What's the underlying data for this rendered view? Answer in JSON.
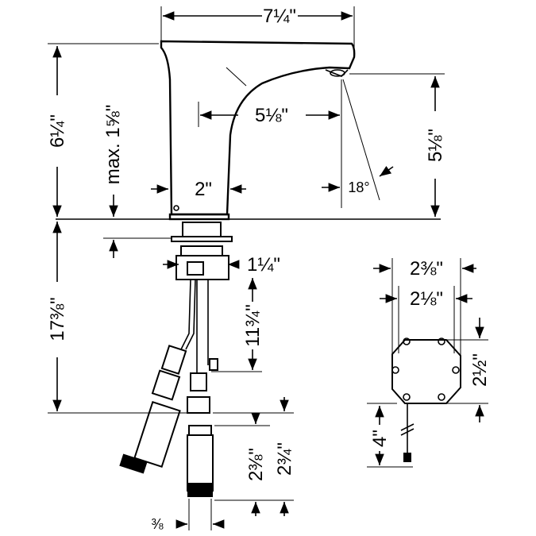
{
  "dimensions": {
    "spout_width": "7¼\"",
    "faucet_height": "6¼\"",
    "max_deck": "max. 1⅝\"",
    "reach": "5⅛\"",
    "spout_height": "5⅛\"",
    "base_diameter": "2\"",
    "spray_angle": "18°",
    "thread_diameter": "1¼\"",
    "shank_total": "17⅜\"",
    "hose_length": "11¾\"",
    "box_outer_width": "2⅜\"",
    "box_inner_width": "2⅛\"",
    "box_height": "2½\"",
    "cable_length": "4\"",
    "valve_length": "2⅜\"",
    "valve_overall": "2¾\"",
    "valve_thread": "⅜"
  }
}
